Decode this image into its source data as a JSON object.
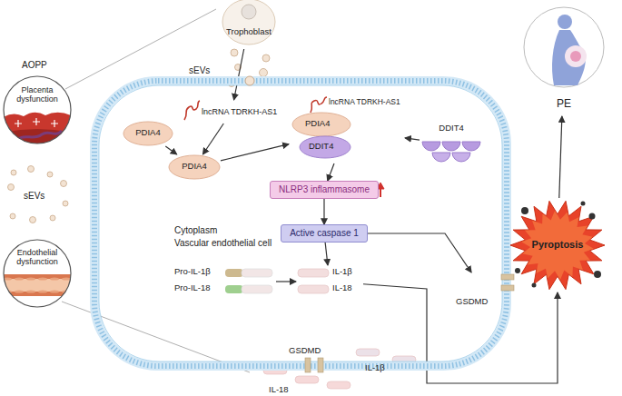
{
  "diagram": {
    "nodes": [
      {
        "text": [
          "Trophoblast"
        ]
      },
      {
        "text": [
          "Placenta dysfunction"
        ]
      },
      {
        "text": [
          "Endothelial dysfunction"
        ]
      },
      {
        "text": [
          "Cytoplasm",
          "Vascular endothelial cell"
        ]
      },
      {
        "text": [
          "PDIA4"
        ],
        "in": 3
      },
      {
        "text": [
          "lncRNA TDRKH-AS1"
        ],
        "in": 3
      },
      {
        "text": [
          "PDIA4"
        ],
        "in": 3
      },
      {
        "text": [
          "lncRNA TDRKH-AS1",
          "PDIA4",
          "DDIT4"
        ],
        "in": 3
      },
      {
        "text": [
          "DDIT4"
        ],
        "in": 3
      },
      {
        "text": [
          "NLRP3 inflammasome"
        ],
        "in": 3
      },
      {
        "text": [
          "Active caspase 1"
        ],
        "in": 3
      },
      {
        "text": [
          "Pro-IL-1β",
          "Pro-IL-18"
        ],
        "in": 3
      },
      {
        "text": [
          "IL-1β",
          "IL-18"
        ],
        "in": 3
      },
      {
        "text": [
          "GSDMD"
        ],
        "in": 3
      },
      {
        "text": [
          "Pyroptosis"
        ]
      },
      {
        "text": [
          "PE"
        ]
      }
    ],
    "edges": [
      {
        "from": 0,
        "to": 5,
        "arrow": "to"
      },
      {
        "from": 4,
        "to": 6,
        "arrow": "to"
      },
      {
        "from": 5,
        "to": 6,
        "arrow": "to"
      },
      {
        "from": 6,
        "to": 7,
        "arrow": "to"
      },
      {
        "from": 8,
        "to": 7,
        "arrow": "to"
      },
      {
        "from": 7,
        "to": 9,
        "arrow": "to"
      },
      {
        "from": 9,
        "to": 10,
        "arrow": "to"
      },
      {
        "from": 11,
        "to": 12,
        "arrow": "to"
      },
      {
        "from": 10,
        "to": 12,
        "arrow": "to"
      },
      {
        "from": 10,
        "to": 13,
        "arrow": "to"
      },
      {
        "from": 12,
        "to": 14,
        "arrow": "to"
      },
      {
        "from": 14,
        "to": 15,
        "arrow": "to"
      }
    ],
    "labels": [
      "sEVs",
      "AOPP",
      "sEVs",
      "GSDMD",
      "IL-1β",
      "IL-18"
    ]
  }
}
